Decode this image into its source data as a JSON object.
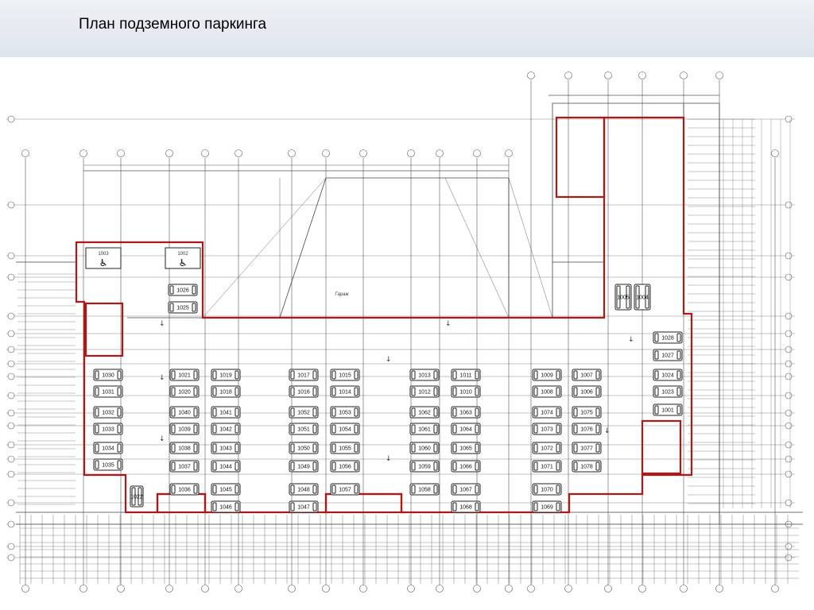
{
  "slide": {
    "title": "План подземного паркинга"
  },
  "plan": {
    "accent_color": "#b01818",
    "line_color": "#333333",
    "hatch_label": "Гараж",
    "accessible_spots": [
      "1003",
      "1002"
    ],
    "parking_spots": [
      "1003",
      "1002",
      "1026",
      "1025",
      "1030",
      "1031",
      "1032",
      "1033",
      "1034",
      "1035",
      "1022",
      "1021",
      "1020",
      "1040",
      "1039",
      "1038",
      "1037",
      "1036",
      "1019",
      "1018",
      "1041",
      "1042",
      "1043",
      "1044",
      "1045",
      "1046",
      "1017",
      "1016",
      "1052",
      "1051",
      "1050",
      "1049",
      "1048",
      "1047",
      "1015",
      "1014",
      "1053",
      "1054",
      "1055",
      "1056",
      "1057",
      "1013",
      "1012",
      "1062",
      "1061",
      "1060",
      "1059",
      "1058",
      "1011",
      "1010",
      "1063",
      "1064",
      "1065",
      "1066",
      "1067",
      "1068",
      "1009",
      "1008",
      "1074",
      "1073",
      "1072",
      "1071",
      "1070",
      "1069",
      "1007",
      "1006",
      "1075",
      "1076",
      "1077",
      "1078",
      "1005",
      "1004",
      "1028",
      "1027",
      "1024",
      "1023",
      "1001"
    ]
  }
}
